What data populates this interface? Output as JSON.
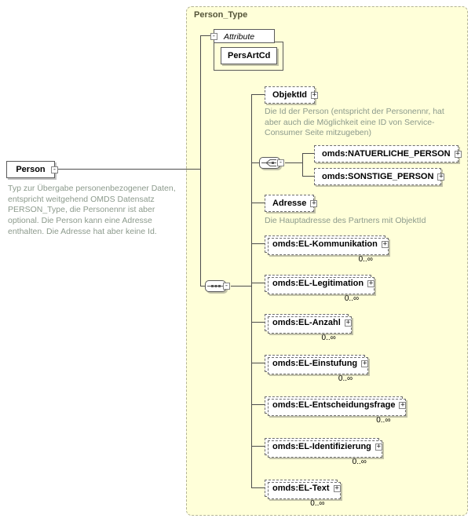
{
  "diagram": {
    "root": {
      "label": "Person",
      "annotation": "Typ zur Übergabe personenbezogener Daten, entspricht weitgehend OMDS Datensatz PERSON_Type, die Personennr ist aber optional. Die Person kann eine Adresse enthalten. Die Adresse hat aber keine Id."
    },
    "container_label": "Person_Type",
    "attribute_section": {
      "label": "Attribute",
      "attribute_name": "PersArtCd"
    },
    "elements": {
      "objektid": {
        "name": "ObjektId",
        "annotation": "Die Id der Person (entspricht der Personennr, hat aber auch die Möglichkeit eine ID von Service-Consumer Seite mitzugeben)"
      },
      "natuerliche_person": {
        "name": "omds:NATUERLICHE_PERSON"
      },
      "sonstige_person": {
        "name": "omds:SONSTIGE_PERSON"
      },
      "adresse": {
        "name": "Adresse",
        "annotation": "Die Hauptadresse des Partners mit ObjektId"
      },
      "el_kommunikation": {
        "name": "omds:EL-Kommunikation",
        "occurs": "0..∞"
      },
      "el_legitimation": {
        "name": "omds:EL-Legitimation",
        "occurs": "0..∞"
      },
      "el_anzahl": {
        "name": "omds:EL-Anzahl",
        "occurs": "0..∞"
      },
      "el_einstufung": {
        "name": "omds:EL-Einstufung",
        "occurs": "0..∞"
      },
      "el_entscheidungsfrage": {
        "name": "omds:EL-Entscheidungsfrage",
        "occurs": "0..∞"
      },
      "el_identifizierung": {
        "name": "omds:EL-Identifizierung",
        "occurs": "0..∞"
      },
      "el_text": {
        "name": "omds:EL-Text",
        "occurs": "0..∞"
      }
    },
    "icons": {
      "expand": "+",
      "collapse": "-"
    }
  }
}
